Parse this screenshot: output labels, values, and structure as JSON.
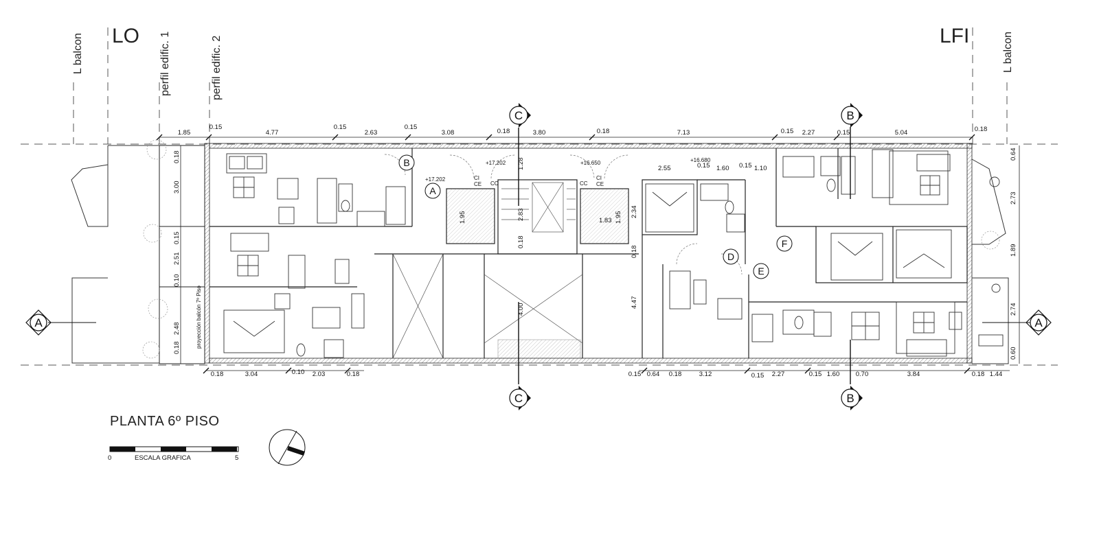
{
  "headings": {
    "left_axis": "LO",
    "right_axis": "LFI",
    "l_balcon_left": "L balcon",
    "perfil_1": "perfil edific. 1",
    "perfil_2": "perfil edific. 2",
    "l_balcon_right": "L balcon"
  },
  "section_markers": {
    "a": "A",
    "b": "B",
    "c": "C"
  },
  "room_letters": [
    "A",
    "B",
    "D",
    "E",
    "F"
  ],
  "elevations": [
    "+17.202",
    "+17.202",
    "+16.650",
    "+16.680"
  ],
  "elevator_labels": [
    "CI",
    "CE",
    "CC"
  ],
  "top_dimensions": [
    "1.85",
    "0.15",
    "4.77",
    "0.15",
    "2.63",
    "0.15",
    "3.08",
    "0.18",
    "3.80",
    "0.18",
    "7.13",
    "0.15",
    "2.27",
    "0.15",
    "5.04",
    "0.18"
  ],
  "interior_dimensions": [
    "2.55",
    "0.15",
    "1.60",
    "0.15",
    "1.10",
    "1.95",
    "2.83",
    "1.28",
    "1.83",
    "1.95",
    "2.34",
    "0.18",
    "0.18",
    "4.00",
    "4.47"
  ],
  "left_dimensions": [
    "0.18",
    "3.00",
    "0.15",
    "2.51",
    "0.10",
    "2.48",
    "0.18"
  ],
  "right_dimensions": [
    "0.64",
    "2.73",
    "1.89",
    "2.74",
    "0.60"
  ],
  "bottom_dimensions": [
    "0.18",
    "3.04",
    "0.10",
    "2.03",
    "0.18",
    "0.15",
    "0.64",
    "0.18",
    "3.12",
    "0.15",
    "2.27",
    "0.15",
    "1.60",
    "0.70",
    "3.84",
    "0.18",
    "1.44"
  ],
  "projection_note": "proyección balcón 7º Piso",
  "title": "PLANTA 6º PISO",
  "scale": {
    "label": "ESCALA GRAFICA",
    "min": "0",
    "max": "5"
  },
  "colors": {
    "line": "#1a1a1a",
    "hatch": "#8a8a8a",
    "paper": "#ffffff"
  }
}
